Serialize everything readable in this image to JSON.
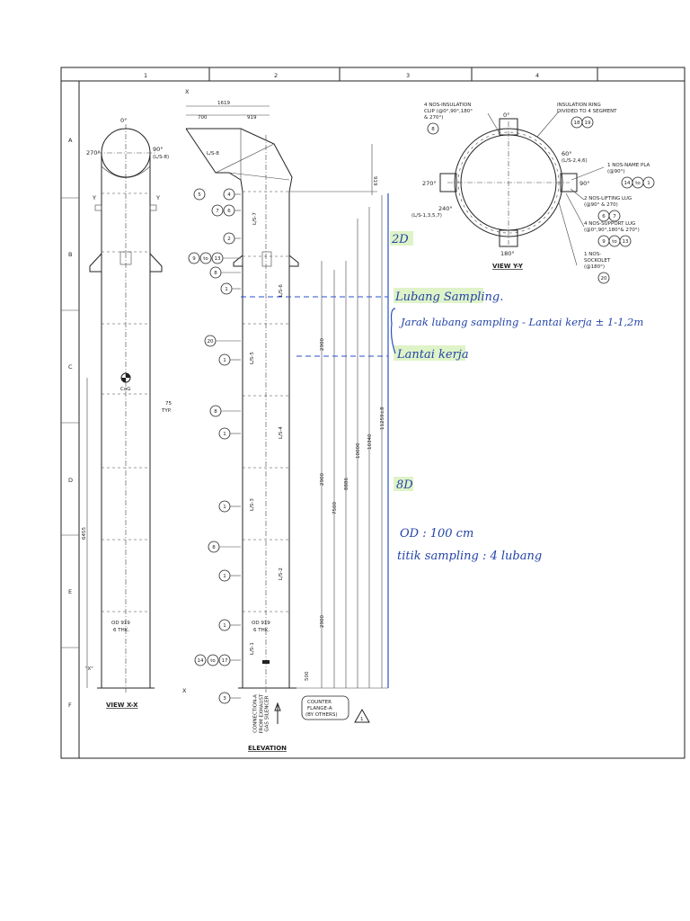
{
  "sheet": {
    "columns": [
      "1",
      "2",
      "3",
      "4"
    ],
    "rows": [
      "A",
      "B",
      "C",
      "D",
      "E",
      "F"
    ]
  },
  "view_xx": {
    "title": "VIEW X-X",
    "angle_0": "0°",
    "angle_270": "270°",
    "angle_90": "90°",
    "angle_90_note": "(L/S-8)",
    "section_mark": "Y",
    "cog": "CoG",
    "typ_dim": "75",
    "typ_label": "TYP.",
    "height_dim": "6455",
    "od_label": "OD 919",
    "thk_label": "6 THK.",
    "detail_mark": "\"X\""
  },
  "elevation": {
    "title": "ELEVATION",
    "section_mark": "X",
    "dim_total_width": "1619",
    "dim_left": "700",
    "dim_right": "919",
    "dim_top": "919",
    "dims_vertical": [
      "2900",
      "2900",
      "2900",
      "7500",
      "8886",
      "10000",
      "10340",
      "11259±8"
    ],
    "dim_bottom": "500",
    "od_label": "OD 919",
    "thk_label": "6 THK.",
    "elbow_seam": "L/S-8",
    "seams": [
      "L/S-7",
      "L/S-6",
      "L/S-5",
      "L/S-4",
      "L/S-3",
      "L/S-2",
      "L/S-1"
    ],
    "callouts": [
      "5",
      "4",
      "7",
      "6",
      "2",
      "9",
      "to",
      "13",
      "8",
      "1",
      "20",
      "1",
      "8",
      "1",
      "1",
      "8",
      "1",
      "1",
      "14",
      "to",
      "17",
      "3"
    ],
    "connection_note": "CONNECTION-A FROM EXHAUST GAS SILENCER",
    "counter_flange": [
      "COUNTER",
      "FLANGE-A",
      "(BY OTHERS)"
    ],
    "revision_mark": "1"
  },
  "view_yy": {
    "title": "VIEW Y-Y",
    "angle_0": "0°",
    "angle_90": "90°",
    "angle_180": "180°",
    "angle_270": "270°",
    "angle_60": "60°",
    "angle_60_note": "(L/S-2,4,6)",
    "angle_240": "240°",
    "angle_240_note": "(L/S-1,3,5,7)",
    "notes": [
      {
        "lines": [
          "4 NOS-INSULATION",
          "CLIP (@0°,90°,180°",
          "& 270°)"
        ],
        "refs": [
          "8"
        ]
      },
      {
        "lines": [
          "INSULATION RING",
          "DIVIDED TO 4 SEGMENT"
        ],
        "refs": [
          "18",
          "19"
        ]
      },
      {
        "lines": [
          "1 NOS-NAME PLA",
          "(@90°)"
        ],
        "refs": [
          "14",
          "to",
          "1"
        ]
      },
      {
        "lines": [
          "2 NOS-LIFTING LUG",
          "(@90° & 270)"
        ],
        "refs": [
          "6",
          "7"
        ]
      },
      {
        "lines": [
          "4 NOS-SUPPORT LUG",
          "(@0°,90°,180°& 270°)"
        ],
        "refs": [
          "9",
          "to",
          "13"
        ]
      },
      {
        "lines": [
          "1 NOS-",
          "SOCKOLET",
          "(@180°)"
        ],
        "refs": [
          "20"
        ]
      }
    ]
  },
  "annotations": {
    "d2": "2D",
    "sampling_hole": "Lubang Sampling.",
    "distance_note": "Jarak lubang sampling - Lantai kerja ± 1-1,2m",
    "work_floor": "Lantai kerja",
    "d8": "8D",
    "od": "OD : 100 cm",
    "sampling_points": "titik sampling : 4 lubang",
    "ink_color": "#2a52c9",
    "highlight_color": "#dff3c8"
  }
}
